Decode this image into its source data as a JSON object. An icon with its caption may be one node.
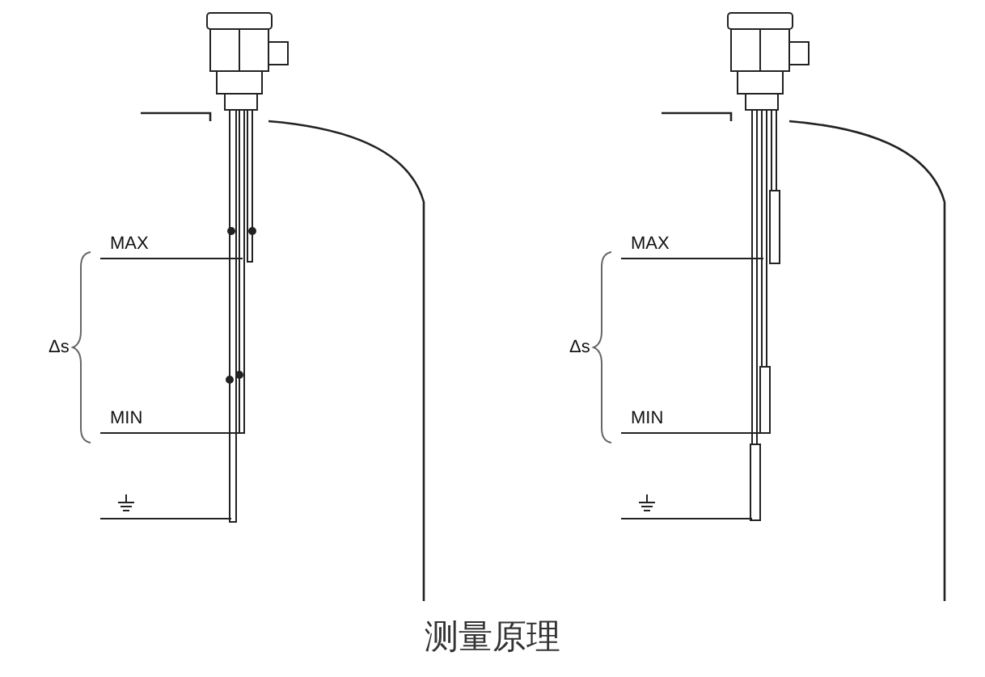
{
  "diagram": {
    "caption": "测量原理",
    "labels": [
      "MAX",
      "Δs",
      "MIN",
      "MAX",
      "Δs",
      "MIN"
    ]
  }
}
